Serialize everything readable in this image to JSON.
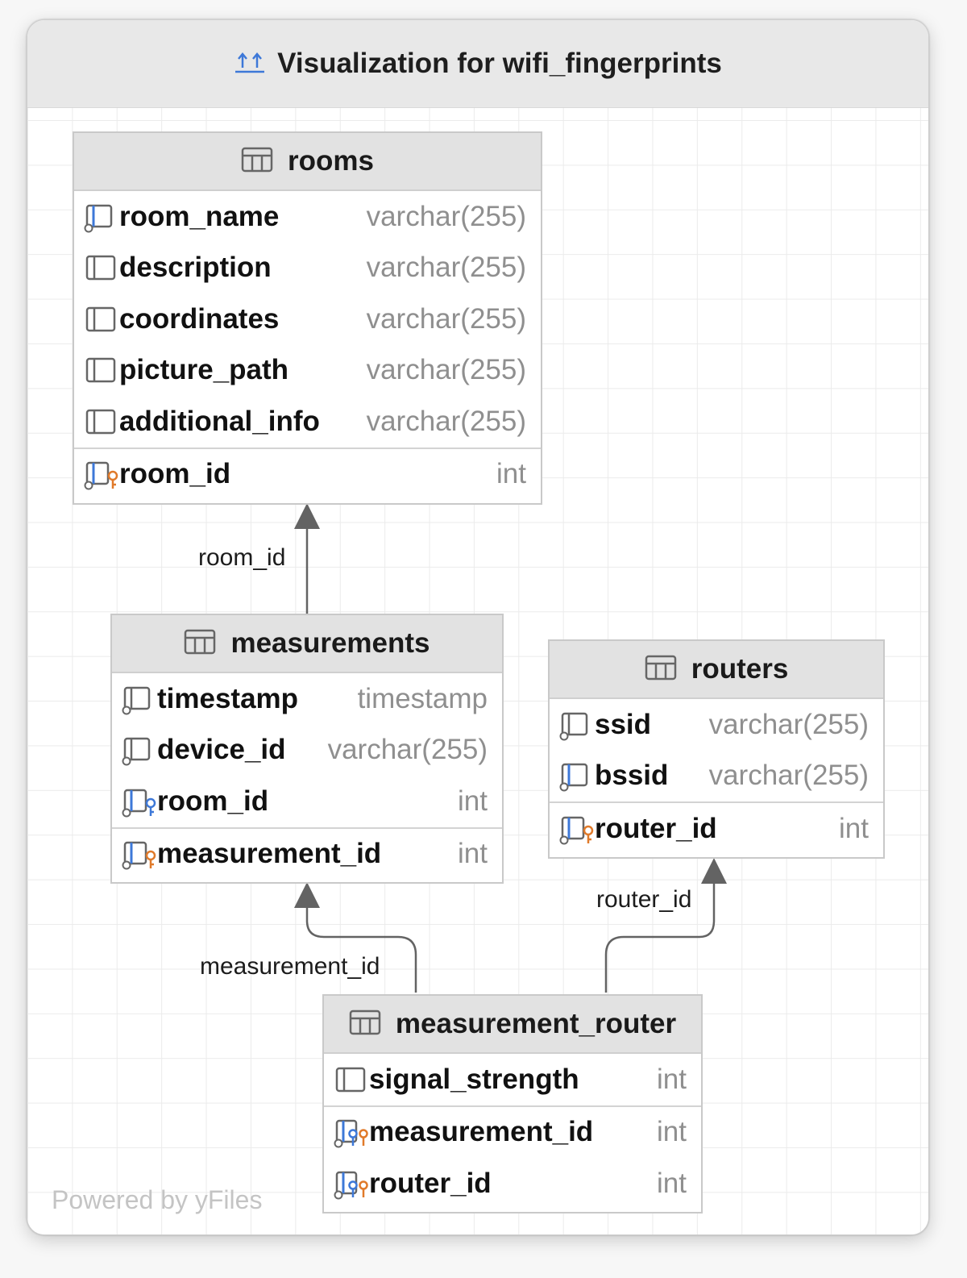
{
  "window": {
    "title": "Visualization for wifi_fingerprints",
    "title_icon": "hierarchy-icon"
  },
  "colors": {
    "accent_blue": "#3d78d8",
    "key_orange": "#e07a2a",
    "edge_gray": "#636363",
    "header_gray": "#e2e2e2"
  },
  "tables": {
    "rooms": {
      "name": "rooms",
      "columns": [
        {
          "name": "room_name",
          "type": "varchar(255)",
          "icon": "column-indexed-icon"
        },
        {
          "name": "description",
          "type": "varchar(255)",
          "icon": "column-icon"
        },
        {
          "name": "coordinates",
          "type": "varchar(255)",
          "icon": "column-icon"
        },
        {
          "name": "picture_path",
          "type": "varchar(255)",
          "icon": "column-icon"
        },
        {
          "name": "additional_info",
          "type": "varchar(255)",
          "icon": "column-icon"
        }
      ],
      "keys": [
        {
          "name": "room_id",
          "type": "int",
          "icon": "primary-key-icon"
        }
      ]
    },
    "measurements": {
      "name": "measurements",
      "columns": [
        {
          "name": "timestamp",
          "type": "timestamp",
          "icon": "column-indexed-icon"
        },
        {
          "name": "device_id",
          "type": "varchar(255)",
          "icon": "column-indexed-icon"
        },
        {
          "name": "room_id",
          "type": "int",
          "icon": "foreign-key-icon"
        }
      ],
      "keys": [
        {
          "name": "measurement_id",
          "type": "int",
          "icon": "primary-key-icon"
        }
      ]
    },
    "routers": {
      "name": "routers",
      "columns": [
        {
          "name": "ssid",
          "type": "varchar(255)",
          "icon": "column-indexed-icon"
        },
        {
          "name": "bssid",
          "type": "varchar(255)",
          "icon": "column-indexed-icon"
        }
      ],
      "keys": [
        {
          "name": "router_id",
          "type": "int",
          "icon": "primary-key-icon"
        }
      ]
    },
    "measurement_router": {
      "name": "measurement_router",
      "columns": [
        {
          "name": "signal_strength",
          "type": "int",
          "icon": "column-icon"
        }
      ],
      "keys": [
        {
          "name": "measurement_id",
          "type": "int",
          "icon": "composite-key-icon"
        },
        {
          "name": "router_id",
          "type": "int",
          "icon": "composite-key-icon"
        }
      ]
    }
  },
  "relations": [
    {
      "label": "room_id",
      "from": "measurements",
      "to": "rooms"
    },
    {
      "label": "measurement_id",
      "from": "measurement_router",
      "to": "measurements"
    },
    {
      "label": "router_id",
      "from": "measurement_router",
      "to": "routers"
    }
  ],
  "footer": {
    "brand": "Powered by yFiles"
  }
}
